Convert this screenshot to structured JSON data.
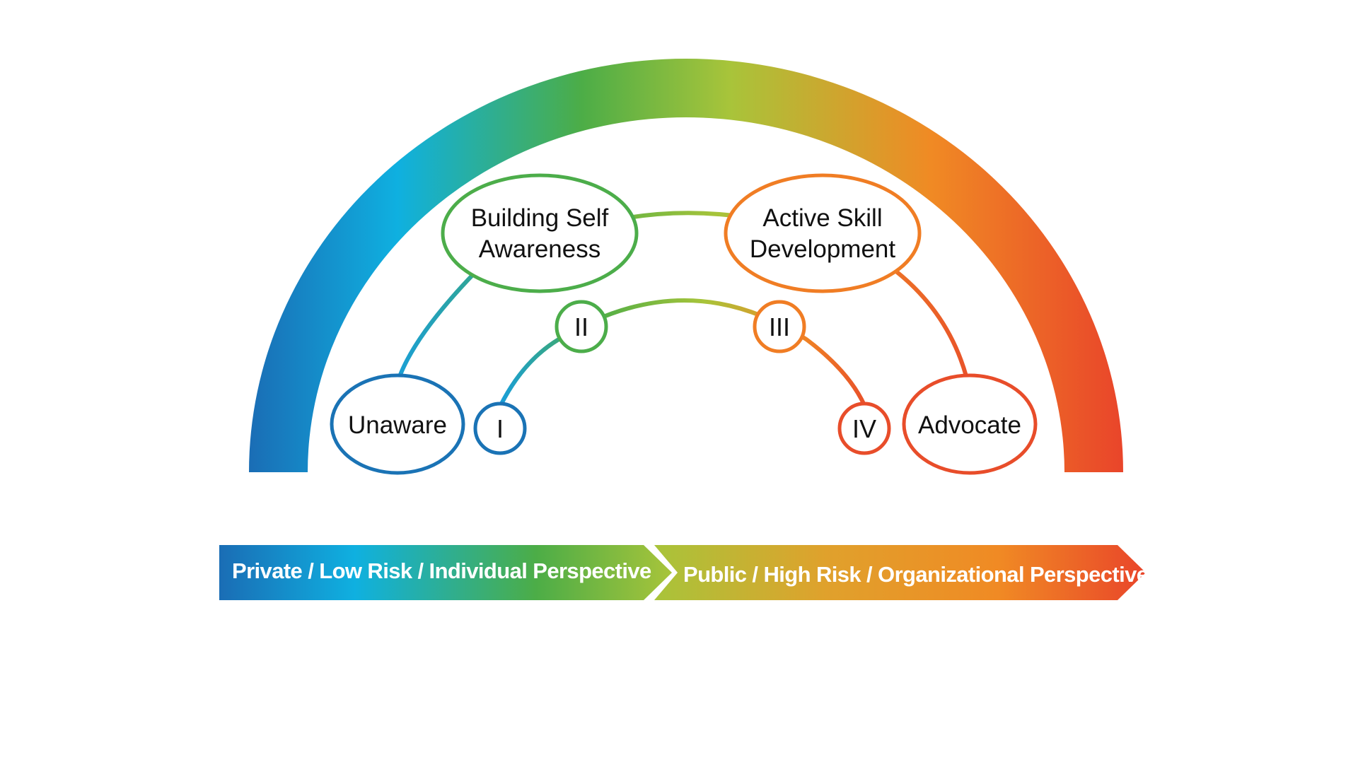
{
  "diagram": {
    "stages": [
      {
        "id": "unaware",
        "lines": [
          "Unaware"
        ],
        "color": "#1a73b5"
      },
      {
        "id": "building-self-awareness",
        "lines": [
          "Building Self",
          "Awareness"
        ],
        "color": "#4cad4a"
      },
      {
        "id": "active-skill-development",
        "lines": [
          "Active Skill",
          "Development"
        ],
        "color": "#f07d24"
      },
      {
        "id": "advocate",
        "lines": [
          "Advocate"
        ],
        "color": "#e84d2a"
      }
    ],
    "numerals": [
      {
        "id": "i",
        "label": "I",
        "color": "#1a73b5"
      },
      {
        "id": "ii",
        "label": "II",
        "color": "#4cad4a"
      },
      {
        "id": "iii",
        "label": "III",
        "color": "#f07d24"
      },
      {
        "id": "iv",
        "label": "IV",
        "color": "#e84d2a"
      }
    ],
    "arrows": {
      "left_label": "Private / Low Risk / Individual Perspective",
      "right_label": "Public / High Risk / Organizational Perspective"
    },
    "gradient_colors": [
      "#1a6db5",
      "#0fb0e0",
      "#4cad47",
      "#a8c43a",
      "#f08a24",
      "#e9452a"
    ]
  }
}
